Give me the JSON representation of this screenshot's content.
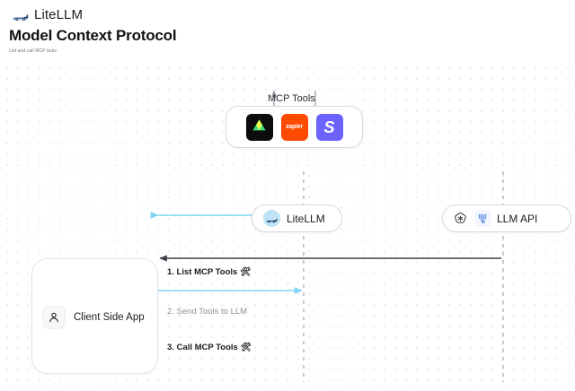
{
  "header": {
    "brand_name": "LiteLLM",
    "brand_logo_icon": "litellm-truck-logo",
    "title": "Model Context Protocol",
    "subtitle": "List and call MCP tools"
  },
  "diagram": {
    "mcp_group": {
      "label": "MCP Tools",
      "tools": [
        {
          "name": "dark-triangle-tool",
          "icon": "triangle-logo-icon",
          "bg": "#0d0d0d",
          "glyph": ""
        },
        {
          "name": "zapier-tool",
          "icon": "zapier-logo-icon",
          "bg": "#ff4a00",
          "glyph": "zapier"
        },
        {
          "name": "slack-tool",
          "icon": "slack-s-logo-icon",
          "bg": "#6c63ff",
          "glyph": "S"
        }
      ]
    },
    "nodes": [
      {
        "id": "litellm",
        "label": "LiteLLM",
        "icon": "litellm-avatar-icon"
      },
      {
        "id": "llm_api",
        "label": "LLM API",
        "icons": [
          "openai-logo-icon",
          "anthropic-logo-icon"
        ]
      },
      {
        "id": "client",
        "label": "Client Side App",
        "icon": "user-person-icon"
      }
    ],
    "flows": [
      {
        "step": "1",
        "label": "1. List MCP Tools",
        "emoji": "🛠",
        "color": "#7fd4f5",
        "direction": "bidirectional"
      },
      {
        "step": "2",
        "label": "2. Send Tools to LLM",
        "emoji": "",
        "color": "#3d4047",
        "direction": "left"
      },
      {
        "step": "3",
        "label": "3. Call MCP Tools",
        "emoji": "🛠",
        "color": "#7fd4f5",
        "direction": "bidirectional"
      }
    ],
    "colors": {
      "accent_cyan": "#7fd4f5",
      "arrow_dark": "#3d4047",
      "lifeline": "#b9bcc4",
      "card_border": "#e3e5ea"
    }
  }
}
